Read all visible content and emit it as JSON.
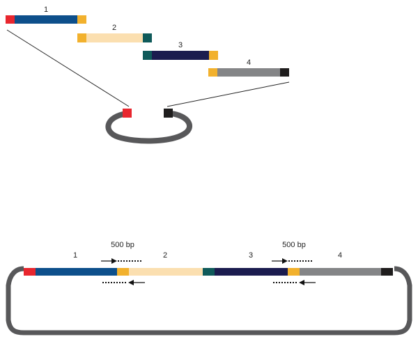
{
  "colors": {
    "red": "#e8262e",
    "blue": "#0d4f8b",
    "orange": "#f2b12d",
    "cream": "#fbdfb0",
    "teal": "#0f5a5a",
    "navy": "#1b1c4f",
    "gray": "#848587",
    "black": "#1f1d1d",
    "vector": "#58585a"
  },
  "fragments": [
    {
      "label": "1"
    },
    {
      "label": "2"
    },
    {
      "label": "3"
    },
    {
      "label": "4"
    }
  ],
  "assembled": {
    "segment_labels": [
      "1",
      "2",
      "3",
      "4"
    ],
    "junctions": [
      {
        "size_label": "500 bp"
      },
      {
        "size_label": "500 bp"
      }
    ]
  }
}
